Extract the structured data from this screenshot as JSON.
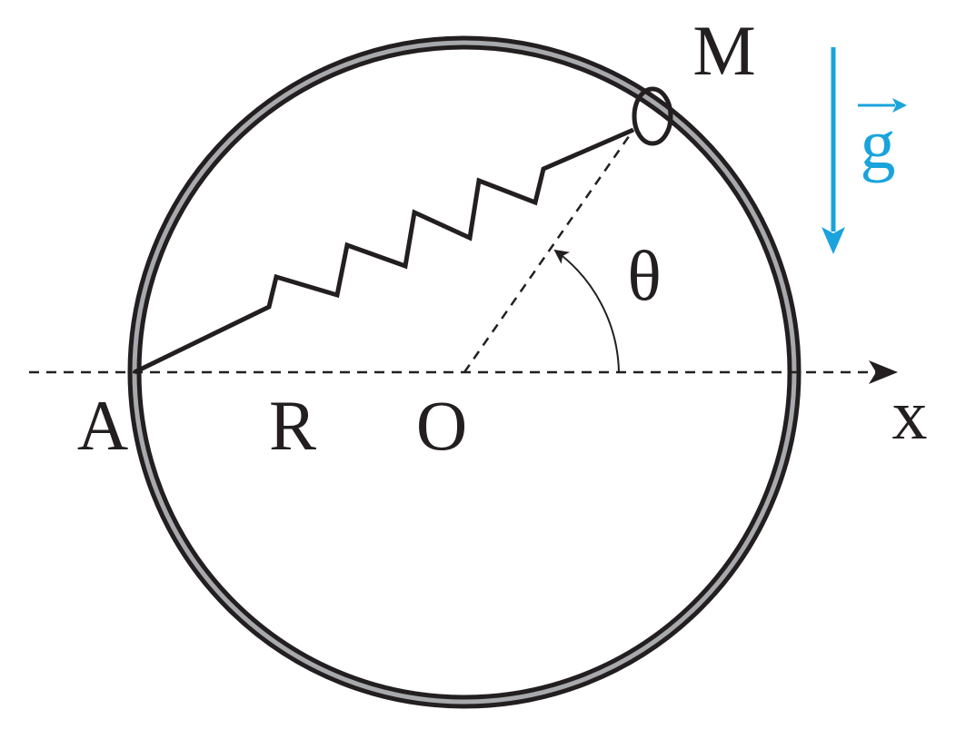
{
  "labels": {
    "point_a": "A",
    "radius": "R",
    "center": "O",
    "bead": "M",
    "angle": "θ",
    "axis_x": "x",
    "gravity": "g"
  },
  "colors": {
    "ink": "#231f20",
    "hoop_inner": "#a7a9ac",
    "gravity": "#1aa3dc"
  }
}
